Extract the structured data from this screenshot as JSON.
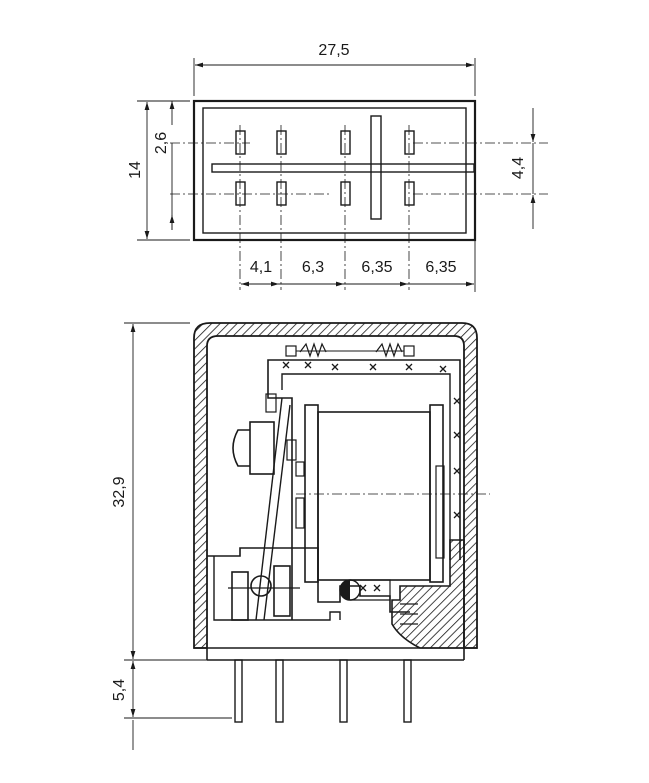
{
  "dimensions": {
    "overall_width": "27,5",
    "overall_height": "14",
    "pin_offset_top": "2,6",
    "pin_row_spacing": "4,4",
    "pitch_1": "4,1",
    "pitch_2": "6,3",
    "pitch_3": "6,35",
    "pitch_4": "6,35",
    "body_height": "32,9",
    "pin_length": "5,4"
  },
  "colors": {
    "line": "#1a1a1a",
    "background": "#ffffff"
  }
}
